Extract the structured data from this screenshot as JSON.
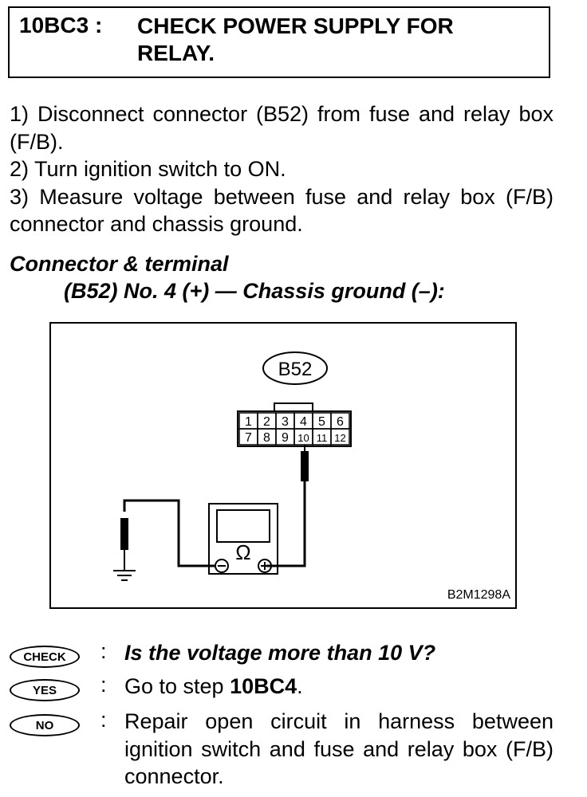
{
  "step": {
    "code": "10BC3 :",
    "title": "CHECK POWER SUPPLY FOR RELAY."
  },
  "instructions": [
    "1) Disconnect connector (B52) from fuse and relay box (F/B).",
    "2) Turn ignition switch to ON.",
    "3) Measure voltage between fuse and relay box (F/B) connector and chassis ground."
  ],
  "connector_terminal": {
    "heading": "Connector & terminal",
    "detail": "(B52) No. 4 (+) — Chassis ground (–):"
  },
  "diagram": {
    "connector_label": "B52",
    "pins_top": [
      "1",
      "2",
      "3",
      "4",
      "5",
      "6"
    ],
    "pins_bottom": [
      "7",
      "8",
      "9",
      "10",
      "11",
      "12"
    ],
    "meter_symbol": "Ω",
    "figure_code": "B2M1298A"
  },
  "results": {
    "check": {
      "label": "CHECK",
      "colon": ":",
      "text": "Is the voltage more than 10 V?"
    },
    "yes": {
      "label": "YES",
      "colon": ":",
      "prefix": "Go to step ",
      "step": "10BC4",
      "suffix": "."
    },
    "no": {
      "label": "NO",
      "colon": ":",
      "text": "Repair open circuit in harness between ignition switch and fuse and relay box (F/B) connector."
    }
  }
}
